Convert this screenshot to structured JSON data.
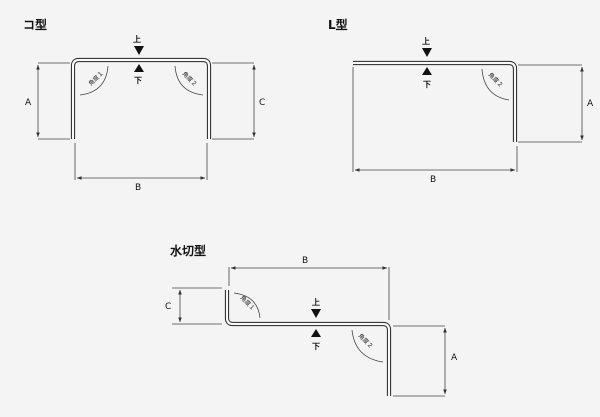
{
  "shapes": {
    "ko": {
      "title": "コ型",
      "dim_a": "A",
      "dim_b": "B",
      "dim_c": "C",
      "up": "上",
      "down": "下",
      "angle_1": "角度１",
      "angle_2": "角度２"
    },
    "l": {
      "title": "L型",
      "dim_a": "A",
      "dim_b": "B",
      "up": "上",
      "down": "下",
      "angle_2": "角度２"
    },
    "mizukiri": {
      "title": "水切型",
      "dim_a": "A",
      "dim_b": "B",
      "dim_c": "C",
      "up": "上",
      "down": "下",
      "angle_1": "角度１",
      "angle_2": "角度２"
    }
  }
}
